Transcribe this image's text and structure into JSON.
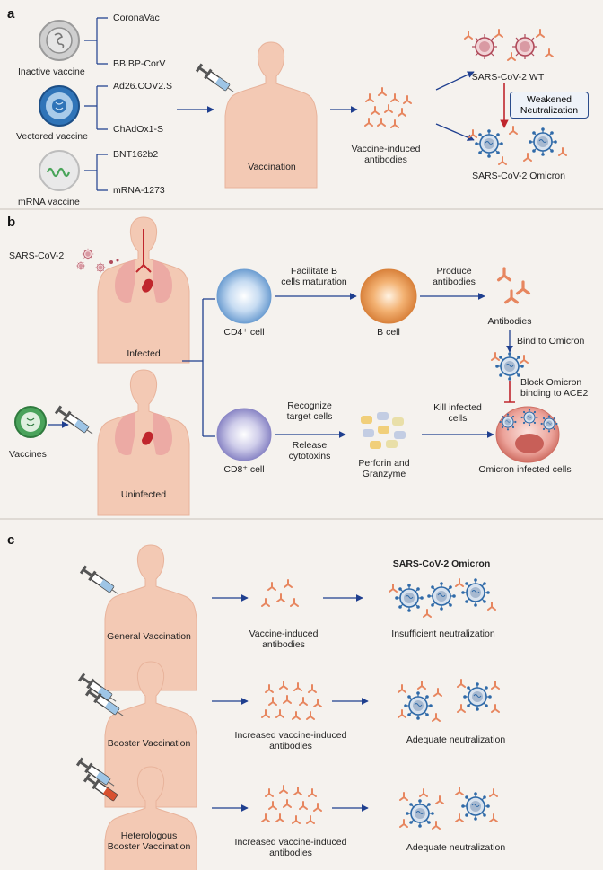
{
  "panel_a": {
    "label": "a",
    "vaccine_types": [
      {
        "type": "Inactive vaccine",
        "items": [
          "CoronaVac",
          "BBIBP-CorV"
        ]
      },
      {
        "type": "Vectored vaccine",
        "items": [
          "Ad26.COV2.S",
          "ChAdOx1-S"
        ]
      },
      {
        "type": "mRNA vaccine",
        "items": [
          "BNT162b2",
          "mRNA-1273"
        ]
      }
    ],
    "vaccination": "Vaccination",
    "antibodies_line1": "Vaccine-induced",
    "antibodies_line2": "antibodies",
    "wt": "SARS-CoV-2 WT",
    "weakened_line1": "Weakened",
    "weakened_line2": "Neutralization",
    "omicron": "SARS-CoV-2 Omicron"
  },
  "panel_b": {
    "label": "b",
    "sars": "SARS-CoV-2",
    "infected": "Infected",
    "vaccines": "Vaccines",
    "uninfected": "Uninfected",
    "cd4": "CD4⁺ cell",
    "cd8": "CD8⁺ cell",
    "facilitate_line1": "Facilitate B",
    "facilitate_line2": "cells maturation",
    "b_cell": "B cell",
    "produce_line1": "Produce",
    "produce_line2": "antibodies",
    "antibodies": "Antibodies",
    "bind": "Bind to Omicron",
    "block_line1": "Block Omicron",
    "block_line2": "binding to ACE2",
    "recognize_line1": "Recognize",
    "recognize_line2": "target cells",
    "release_line1": "Release",
    "release_line2": "cytotoxins",
    "perforin_line1": "Perforin and",
    "perforin_line2": "Granzyme",
    "kill_line1": "Kill infected",
    "kill_line2": "cells",
    "omicron_cells": "Omicron infected cells"
  },
  "panel_c": {
    "label": "c",
    "header": "SARS-CoV-2 Omicron",
    "rows": [
      {
        "vaccination": [
          "General Vaccination"
        ],
        "antibodies": [
          "Vaccine-induced",
          "antibodies"
        ],
        "outcome": "Insufficient neutralization"
      },
      {
        "vaccination": [
          "Booster Vaccination"
        ],
        "antibodies": [
          "Increased vaccine-induced",
          "antibodies"
        ],
        "outcome": "Adequate neutralization"
      },
      {
        "vaccination": [
          "Heterologous",
          "Booster Vaccination"
        ],
        "antibodies": [
          "Increased vaccine-induced",
          "antibodies"
        ],
        "outcome": "Adequate neutralization"
      }
    ]
  },
  "colors": {
    "arrow": "#1f3f8f",
    "inhibit": "#c0262d",
    "skin": "#f3c9b4",
    "antibody": "#e7865f",
    "virus": "#2f6aa8",
    "background": "#f5f2ee"
  }
}
